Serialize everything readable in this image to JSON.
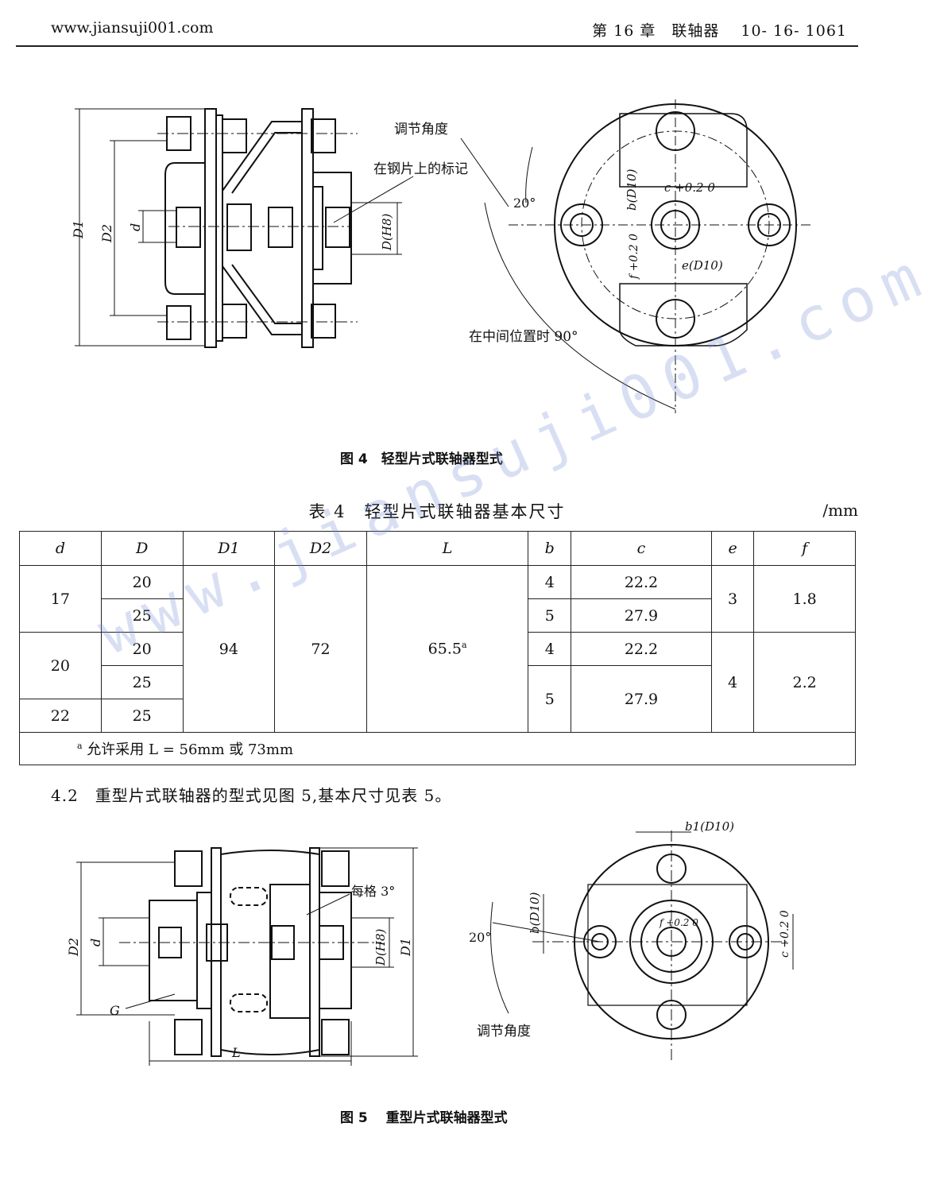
{
  "header": {
    "website": "www.jiansuji001.com",
    "chapter": "第 16 章　联轴器　 10- 16- 1061"
  },
  "figure4": {
    "caption": "图 4　轻型片式联轴器型式",
    "labels": {
      "adjust_angle": "调节角度",
      "mark_on_plate": "在钢片上的标记",
      "angle_20": "20°",
      "middle_position": "在中间位置时 90°",
      "D1": "D1",
      "D2": "D2",
      "d": "d",
      "DH8": "D(H8)",
      "bD10": "b(D10)",
      "c_tol": "c +0.2 0",
      "f_tol": "f +0.2 0",
      "eD10": "e(D10)"
    }
  },
  "table4": {
    "title": "表 4　轻型片式联轴器基本尺寸",
    "unit": "/mm",
    "columns": [
      "d",
      "D",
      "D1",
      "D2",
      "L",
      "b",
      "c",
      "e",
      "f"
    ],
    "rows": [
      {
        "d": "17",
        "D": "20",
        "b": "4",
        "c": "22.2"
      },
      {
        "D": "25",
        "b": "5",
        "c": "27.9"
      },
      {
        "d": "20",
        "D": "20",
        "b": "4",
        "c": "22.2"
      },
      {
        "D": "25"
      },
      {
        "d": "22",
        "D": "25"
      }
    ],
    "merged": {
      "D1": "94",
      "D2": "72",
      "L": "65.5",
      "L_mark": "a",
      "e_group1": "3",
      "f_group1": "1.8",
      "e_group2": "4",
      "f_group2": "2.2",
      "b_group2": "5",
      "c_group2": "27.9"
    },
    "footnote_mark": "a",
    "footnote": "允许采用 L = 56mm 或 73mm"
  },
  "paragraph": "4.2　重型片式联轴器的型式见图 5,基本尺寸见表 5。",
  "figure5": {
    "caption": "图 5　 重型片式联轴器型式",
    "labels": {
      "per_division": "每格 3°",
      "b1D10": "b1(D10)",
      "bD10": "b(D10)",
      "angle_20": "20°",
      "adjust_angle": "调节角度",
      "D2": "D2",
      "d": "d",
      "DH8": "D(H8)",
      "D1": "D1",
      "G": "G",
      "L": "L",
      "c_tol": "c +0.2 0",
      "f_tol": "f +0.2 0"
    }
  },
  "watermark": "www.jiansuji001.com"
}
